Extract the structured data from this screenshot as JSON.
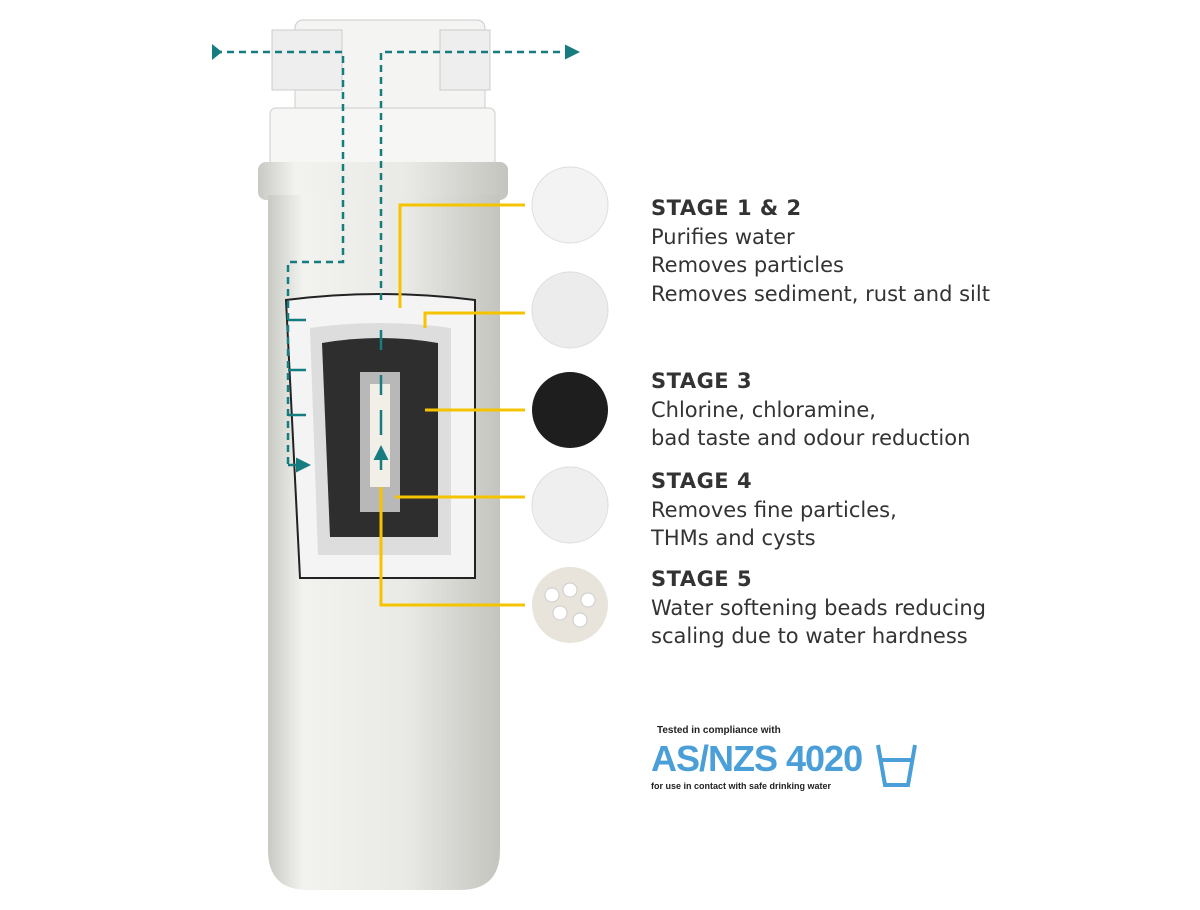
{
  "stages": [
    {
      "title": "STAGE 1 & 2",
      "lines": [
        "Purifies water",
        "Removes particles",
        "Removes sediment, rust and silt"
      ]
    },
    {
      "title": "STAGE 3",
      "lines": [
        "Chlorine, chloramine,",
        "bad taste and odour reduction"
      ]
    },
    {
      "title": "STAGE 4",
      "lines": [
        "Removes fine particles,",
        "THMs and cysts"
      ]
    },
    {
      "title": "STAGE 5",
      "lines": [
        "Water softening beads reducing",
        "scaling due to water hardness"
      ]
    }
  ],
  "certification": {
    "tested": "Tested in compliance with",
    "standard": "AS/NZS 4020",
    "use": "for use in contact with safe drinking water"
  },
  "colors": {
    "flow": "#177c80",
    "callout": "#f5c400",
    "standard": "#4a9fd8"
  }
}
